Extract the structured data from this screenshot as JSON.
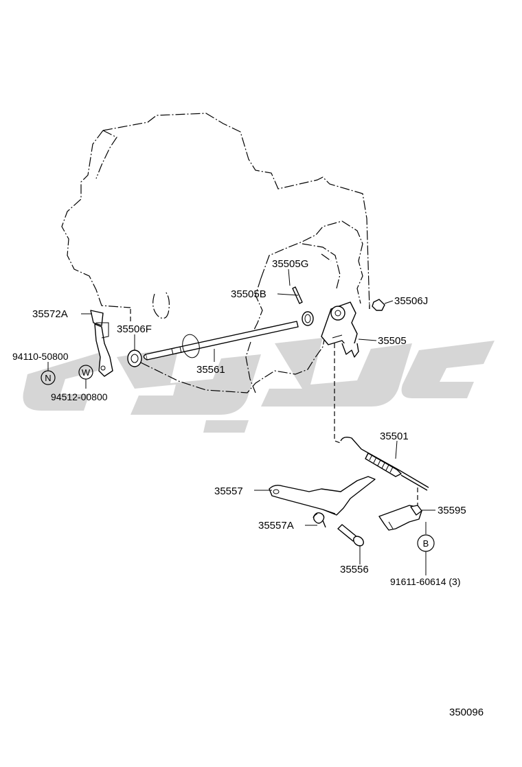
{
  "diagram_id": "350096",
  "labels": {
    "p35505G": "35505G",
    "p35505B": "35505B",
    "p35506J": "35506J",
    "p35505": "35505",
    "p35572A": "35572A",
    "p35506F": "35506F",
    "p94110": "94110-50800",
    "p94512": "94512-00800",
    "p35561": "35561",
    "p35501": "35501",
    "p35557": "35557",
    "p35595": "35595",
    "p35557A": "35557A",
    "p35556": "35556",
    "p91611": "91611-60614 (3)"
  },
  "symbols": {
    "n": "N",
    "w": "W",
    "b": "B"
  },
  "colors": {
    "line": "#000000",
    "watermark": "#cfcfcf",
    "background": "#ffffff"
  }
}
